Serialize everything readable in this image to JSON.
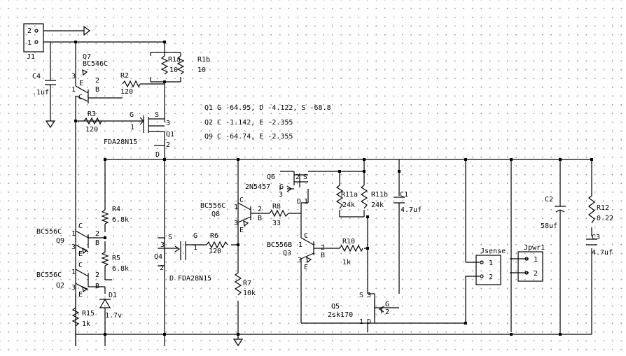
{
  "schematic": {
    "annotations": [
      "Q1  G -64.95, D -4.122, S -68.8",
      "Q2  C -1.142, E -2.355",
      "Q9  C -64.74, E -2.355"
    ],
    "connectors": {
      "J1": {
        "name": "J1",
        "pins": [
          "2",
          "1"
        ]
      },
      "Jsense": {
        "name": "Jsense",
        "pins": [
          "1",
          "2"
        ]
      },
      "Jpwr1": {
        "name": "Jpwr1",
        "pins": [
          "1",
          "2"
        ]
      }
    },
    "resistors": {
      "R1a": {
        "name": "R1a",
        "value": "10"
      },
      "R1b": {
        "name": "R1b",
        "value": "10"
      },
      "R2": {
        "name": "R2",
        "value": "120"
      },
      "R3": {
        "name": "R3",
        "value": "120"
      },
      "R4": {
        "name": "R4",
        "value": "6.8k"
      },
      "R5": {
        "name": "R5",
        "value": "6.8k"
      },
      "R6": {
        "name": "R6",
        "value": "120"
      },
      "R7": {
        "name": "R7",
        "value": "10k"
      },
      "R8": {
        "name": "R8",
        "value": "33"
      },
      "R10": {
        "name": "R10",
        "value": "1k"
      },
      "R11a": {
        "name": "R11a",
        "value": "24k"
      },
      "R11b": {
        "name": "R11b",
        "value": "24k"
      },
      "R12": {
        "name": "R12",
        "value": "0.22"
      },
      "R15": {
        "name": "R15",
        "value": "1k"
      }
    },
    "capacitors": {
      "C1": {
        "name": "C1",
        "value": "4.7uf"
      },
      "C2": {
        "name": "C2",
        "value": "58uf"
      },
      "C3": {
        "name": "C3",
        "value": "4.7uf"
      },
      "C4": {
        "name": "C4",
        "value": ".1uf"
      }
    },
    "transistors": {
      "Q1": {
        "name": "Q1",
        "part": "FDA28N15"
      },
      "Q2": {
        "name": "Q2",
        "part": "BC556C"
      },
      "Q3": {
        "name": "Q3",
        "part": "BC556B"
      },
      "Q4": {
        "name": "Q4",
        "part": "FDA28N15"
      },
      "Q5": {
        "name": "Q5",
        "part": "2sk170"
      },
      "Q6": {
        "name": "Q6",
        "part": "2N5457"
      },
      "Q7": {
        "name": "Q7",
        "part": "BC546C"
      },
      "Q8": {
        "name": "Q8",
        "part": "BC556C"
      },
      "Q9": {
        "name": "Q9",
        "part": "BC556C"
      }
    },
    "diodes": {
      "D1": {
        "name": "D1",
        "value": "1.7v"
      }
    },
    "pin_labels": {
      "b": "B",
      "c": "C",
      "e": "E",
      "g": "G",
      "d": "D",
      "s": "S",
      "n1": "1",
      "n2": "2",
      "n3": "3"
    }
  }
}
